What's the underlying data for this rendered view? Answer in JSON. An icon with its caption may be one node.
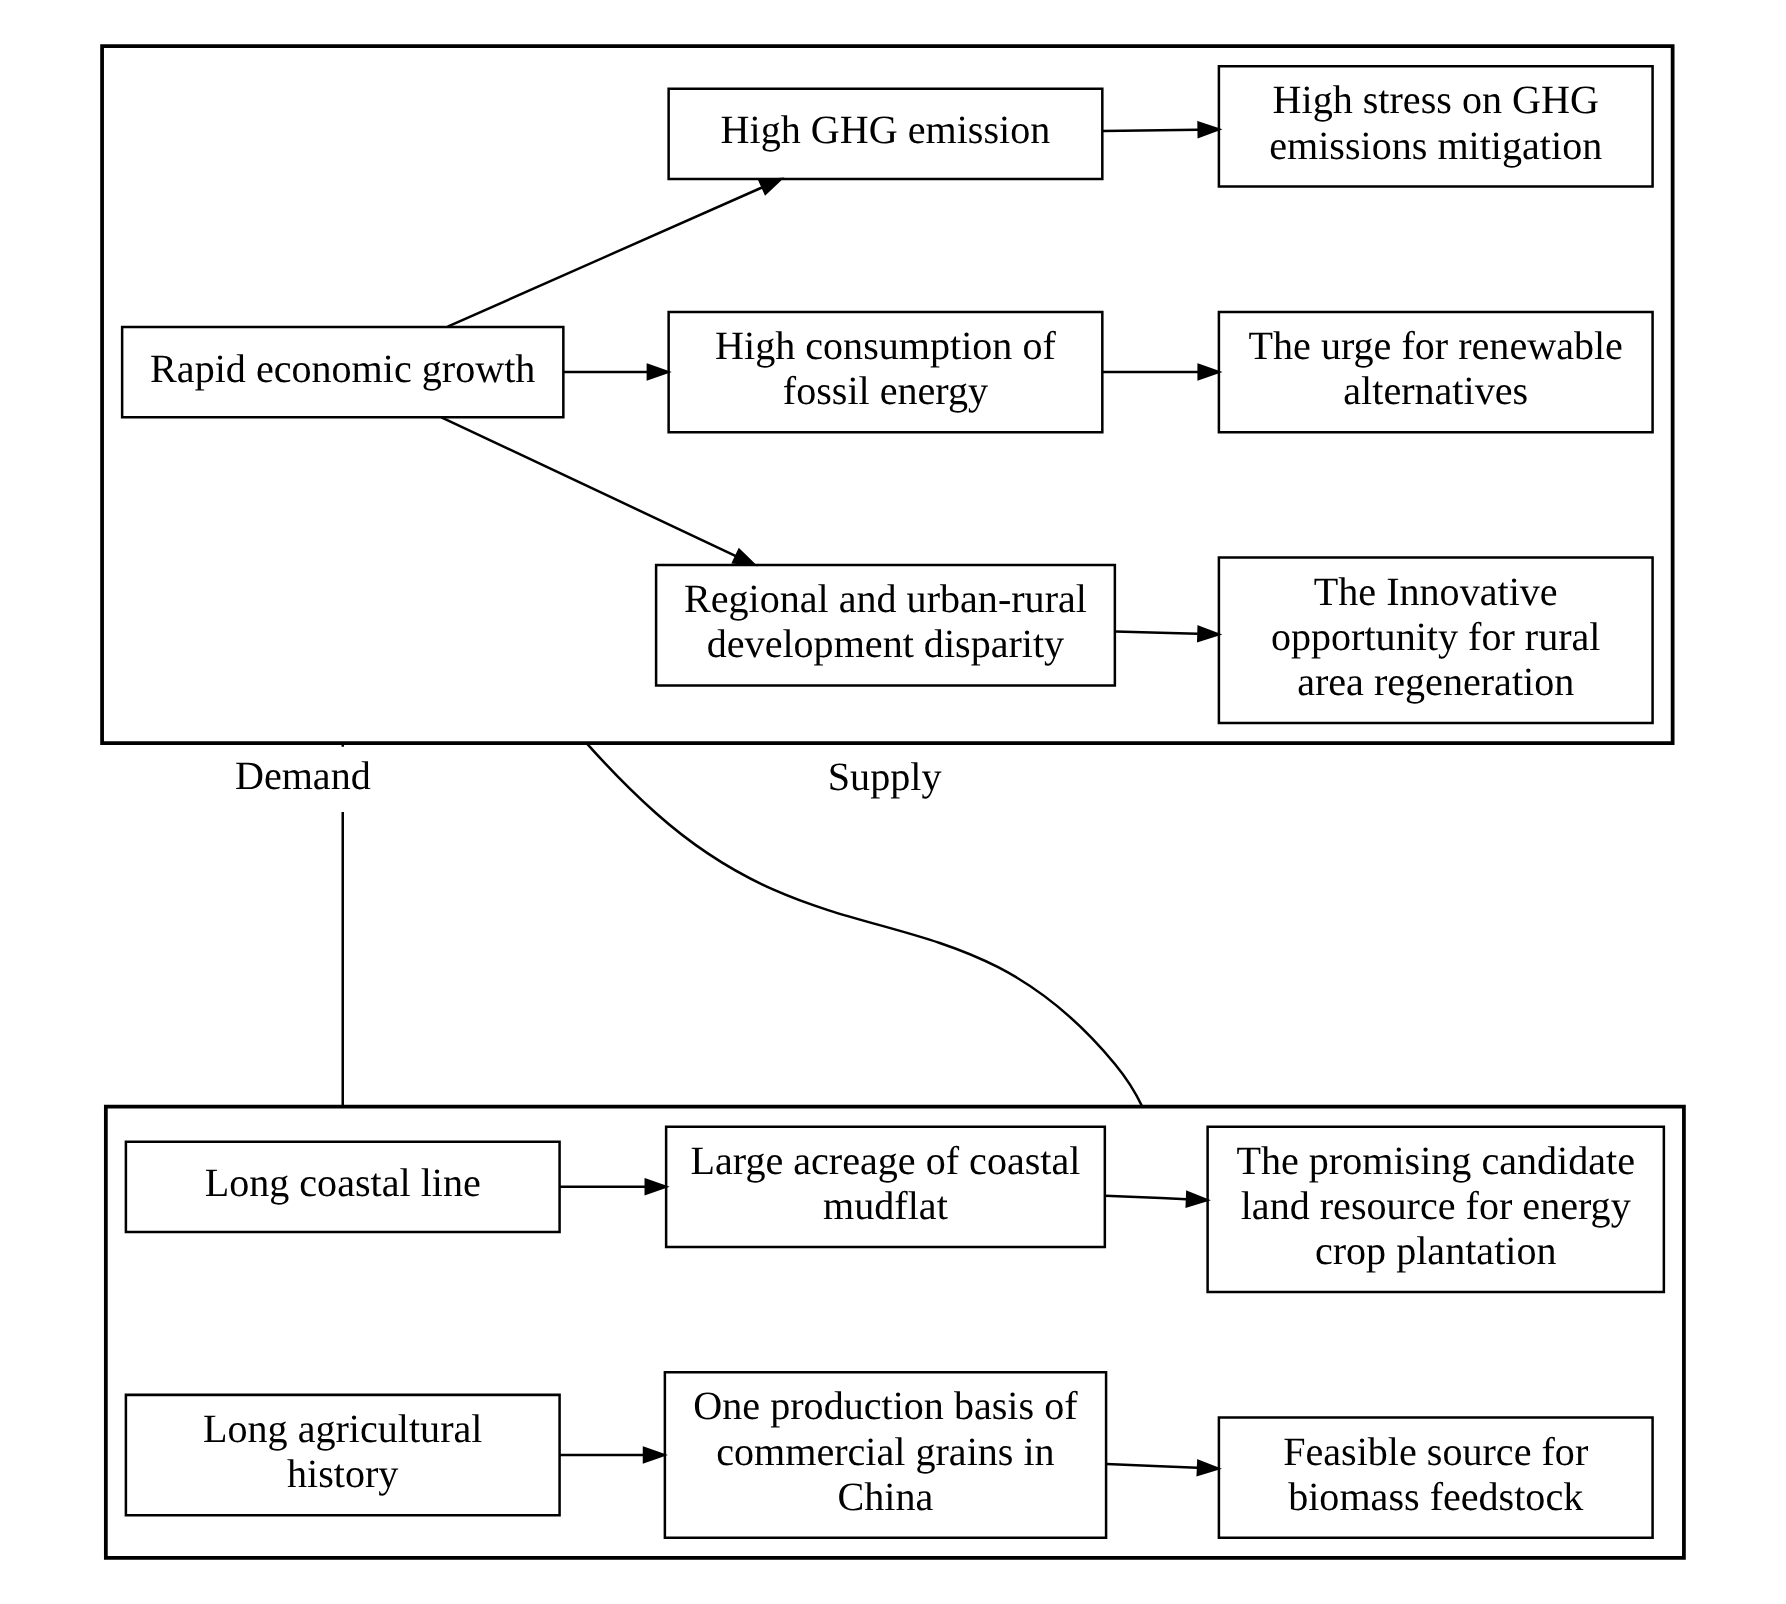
{
  "diagram": {
    "nodes": [
      {
        "text": [],
        "shape": "box"
      },
      {
        "text": [
          "Rapid economic growth"
        ],
        "in": 0
      },
      {
        "text": [
          "High GHG emission"
        ],
        "in": 0
      },
      {
        "text": [
          "High stress on GHG emissions mitigation"
        ],
        "in": 0
      },
      {
        "text": [
          "High consumption of fossil energy"
        ],
        "in": 0
      },
      {
        "text": [
          "The urge for renewable alternatives"
        ],
        "in": 0
      },
      {
        "text": [
          "Regional and urban-rural development disparity"
        ],
        "in": 0
      },
      {
        "text": [
          "The Innovative opportunity for rural area regeneration"
        ],
        "in": 0
      },
      {
        "text": [],
        "shape": "box"
      },
      {
        "text": [
          "Feasible source for biomass feedstock"
        ],
        "in": 8
      },
      {
        "text": [
          "One production basis of commercial grains in China"
        ],
        "in": 8
      },
      {
        "text": [
          "Long agricultural history"
        ],
        "in": 8
      },
      {
        "text": [
          "The promising candidate land resource for energy crop plantation"
        ],
        "in": 8
      },
      {
        "text": [
          "Large acreage of coastal mudflat"
        ],
        "in": 8
      },
      {
        "text": [
          "Long coastal line"
        ],
        "in": 8
      }
    ],
    "edges": [
      {
        "from": 1,
        "to": 2,
        "arrow": "to"
      },
      {
        "from": 1,
        "to": 4,
        "arrow": "to"
      },
      {
        "from": 1,
        "to": 6,
        "arrow": "to"
      },
      {
        "from": 2,
        "to": 3,
        "arrow": "to"
      },
      {
        "from": 4,
        "to": 5,
        "arrow": "to"
      },
      {
        "from": 6,
        "to": 7,
        "arrow": "to"
      },
      {
        "from": 11,
        "to": 10,
        "arrow": "to"
      },
      {
        "from": 10,
        "to": 9,
        "arrow": "to"
      },
      {
        "from": 14,
        "to": 13,
        "arrow": "to"
      },
      {
        "from": 13,
        "to": 12,
        "arrow": "to"
      },
      {
        "from": 0,
        "to": 8,
        "arrow": "none",
        "label": "Demand"
      },
      {
        "from": 8,
        "to": 0,
        "arrow": "none",
        "label": "Supply"
      }
    ]
  }
}
